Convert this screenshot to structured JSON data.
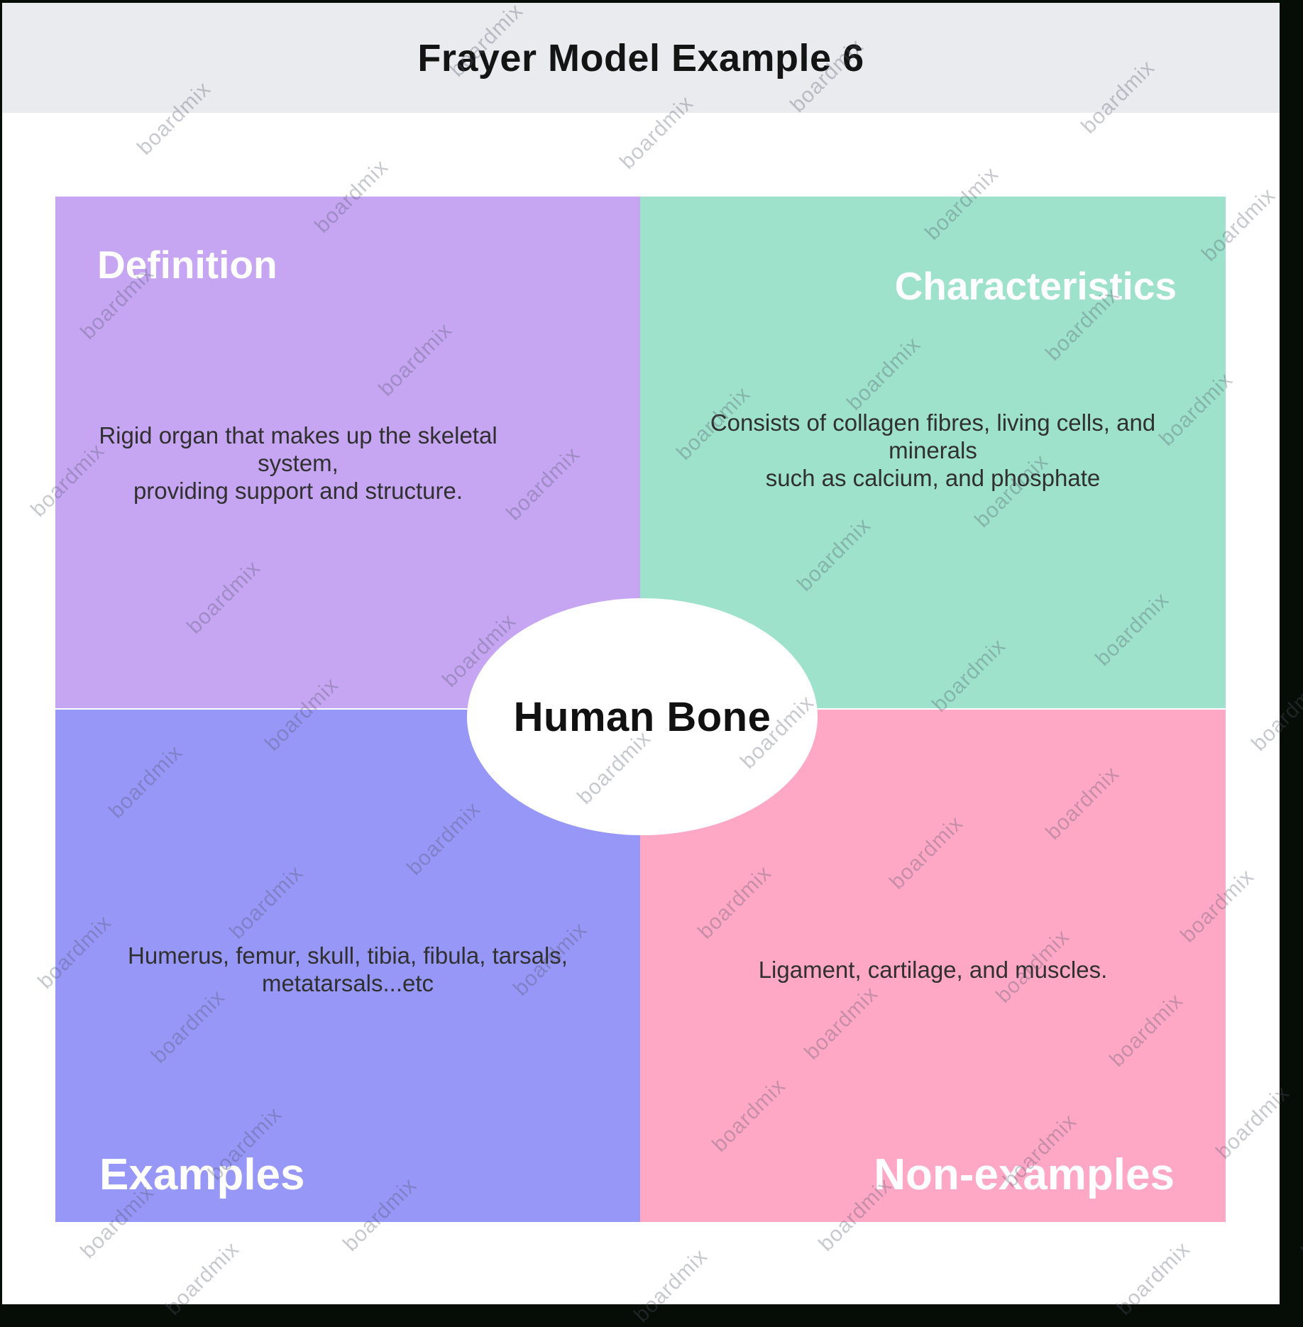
{
  "title": "Frayer Model Example 6",
  "watermark_text": "boardmix",
  "header_bg": "#e9ebef",
  "center": {
    "label": "Human Bone"
  },
  "quadrants": {
    "definition": {
      "label": "Definition",
      "text": "Rigid organ that makes up the skeletal system,\nproviding support and structure.",
      "color": "#c6a5f3"
    },
    "characteristics": {
      "label": "Characteristics",
      "text": "Consists of collagen fibres, living cells, and\nminerals\nsuch as calcium, and phosphate",
      "color": "#9ee2cb"
    },
    "examples": {
      "label": "Examples",
      "text": "Humerus, femur, skull, tibia, fibula, tarsals,\nmetatarsals...etc",
      "color": "#9697f7"
    },
    "non_examples": {
      "label": "Non-examples",
      "text": "Ligament, cartilage, and muscles.",
      "color": "#ffa8c6"
    }
  }
}
